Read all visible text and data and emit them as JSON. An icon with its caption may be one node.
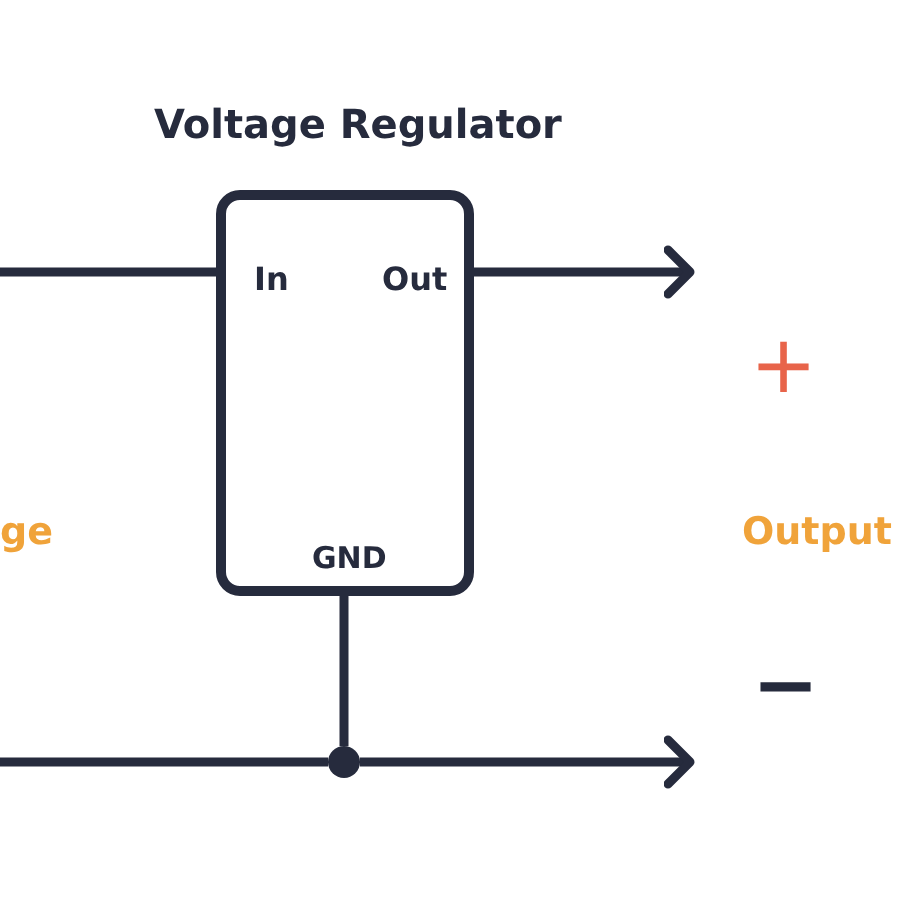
{
  "diagram": {
    "nodes": [
      {
        "text": [
          "Voltage Regulator",
          "In",
          "Out",
          "GND"
        ]
      },
      {
        "text": [],
        "shape": "circle"
      }
    ],
    "edges": [
      {
        "from": null,
        "to": 0,
        "arrow": "none"
      },
      {
        "from": 0,
        "to": null,
        "arrow": "to"
      },
      {
        "from": 0,
        "to": 1,
        "arrow": "none"
      },
      {
        "from": null,
        "to": 1,
        "arrow": "none"
      },
      {
        "from": 1,
        "to": null,
        "arrow": "to"
      }
    ],
    "labels": [
      "ge",
      "+",
      "Output",
      "−"
    ]
  }
}
